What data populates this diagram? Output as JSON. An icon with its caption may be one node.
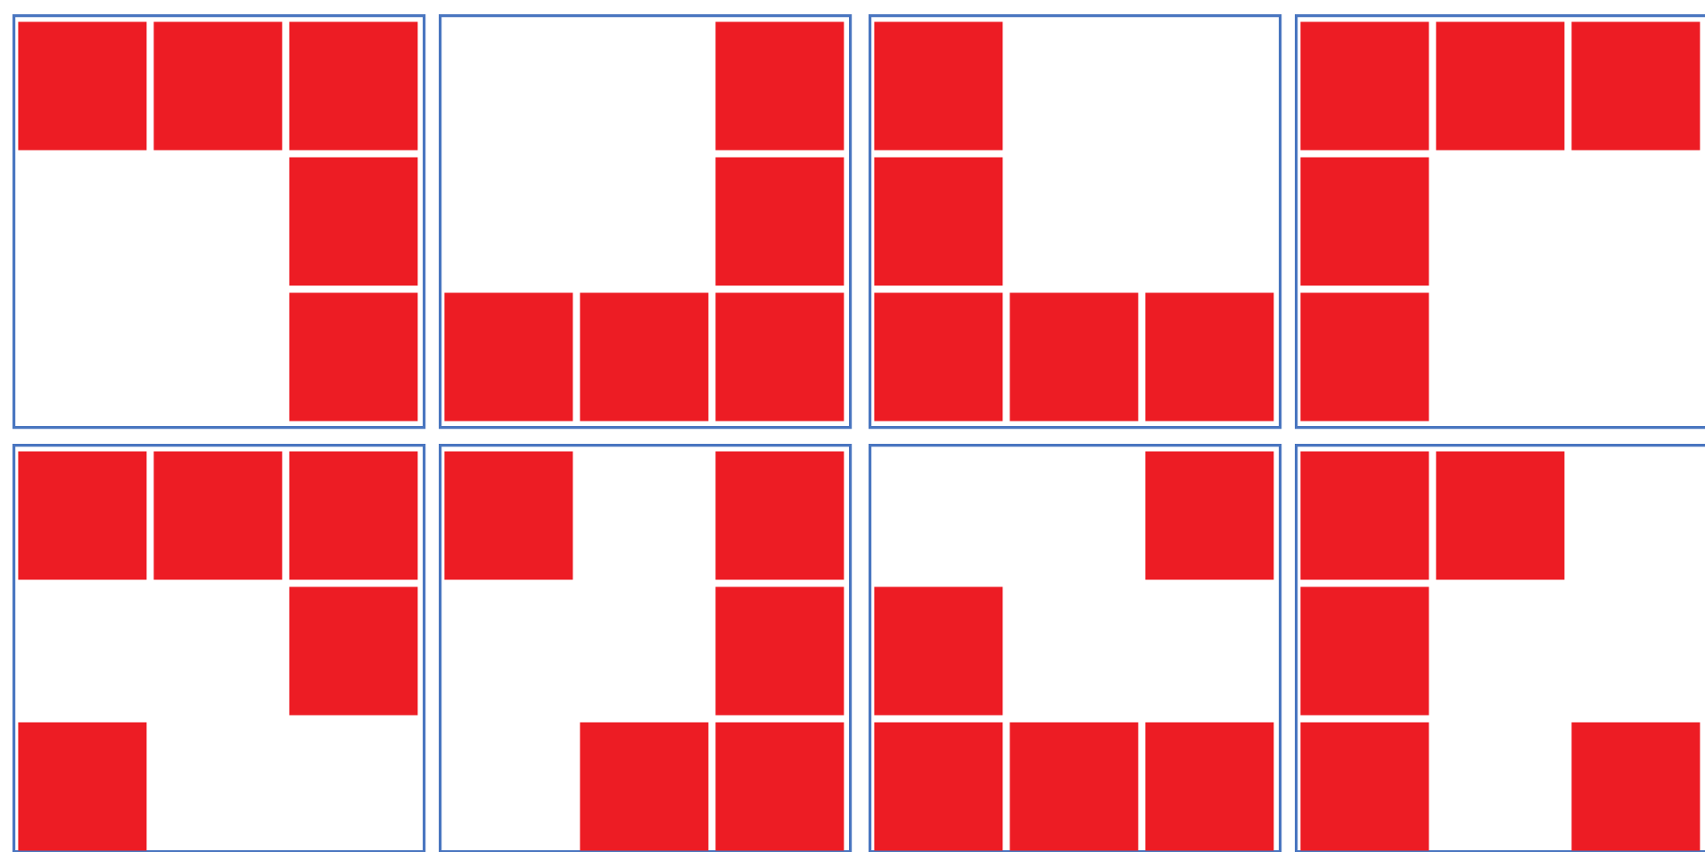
{
  "diagram": {
    "nodes": [
      {
        "text": [],
        "shape": "box"
      },
      {
        "text": [],
        "shape": "box",
        "in": 0
      },
      {
        "text": [],
        "shape": "box",
        "in": 0
      },
      {
        "text": [],
        "shape": "box",
        "in": 0
      },
      {
        "text": [],
        "shape": "box",
        "in": 0
      },
      {
        "text": [],
        "shape": "box",
        "in": 0
      },
      {
        "text": [],
        "shape": "box"
      },
      {
        "text": [],
        "shape": "box",
        "in": 6
      },
      {
        "text": [],
        "shape": "box",
        "in": 6
      },
      {
        "text": [],
        "shape": "box",
        "in": 6
      },
      {
        "text": [],
        "shape": "box",
        "in": 6
      },
      {
        "text": [],
        "shape": "box",
        "in": 6
      },
      {
        "text": [],
        "shape": "box"
      },
      {
        "text": [],
        "shape": "box",
        "in": 12
      },
      {
        "text": [],
        "shape": "box",
        "in": 12
      },
      {
        "text": [],
        "shape": "box",
        "in": 12
      },
      {
        "text": [],
        "shape": "box",
        "in": 12
      },
      {
        "text": [],
        "shape": "box",
        "in": 12
      },
      {
        "text": [],
        "shape": "box"
      },
      {
        "text": [],
        "shape": "box",
        "in": 18
      },
      {
        "text": [],
        "shape": "box",
        "in": 18
      },
      {
        "text": [],
        "shape": "box",
        "in": 18
      },
      {
        "text": [],
        "shape": "box",
        "in": 18
      },
      {
        "text": [],
        "shape": "box",
        "in": 18
      },
      {
        "text": [],
        "shape": "box"
      },
      {
        "text": [],
        "shape": "box",
        "in": 24
      },
      {
        "text": [],
        "shape": "box",
        "in": 24
      },
      {
        "text": [],
        "shape": "box",
        "in": 24
      },
      {
        "text": [],
        "shape": "box",
        "in": 24
      },
      {
        "text": [],
        "shape": "box",
        "in": 24
      },
      {
        "text": [],
        "shape": "box"
      },
      {
        "text": [],
        "shape": "box",
        "in": 30
      },
      {
        "text": [],
        "shape": "box",
        "in": 30
      },
      {
        "text": [],
        "shape": "box",
        "in": 30
      },
      {
        "text": [],
        "shape": "box",
        "in": 30
      },
      {
        "text": [],
        "shape": "box",
        "in": 30
      },
      {
        "text": [],
        "shape": "box"
      },
      {
        "text": [],
        "shape": "box",
        "in": 36
      },
      {
        "text": [],
        "shape": "box",
        "in": 36
      },
      {
        "text": [],
        "shape": "box",
        "in": 36
      },
      {
        "text": [],
        "shape": "box",
        "in": 36
      },
      {
        "text": [],
        "shape": "box",
        "in": 36
      },
      {
        "text": [],
        "shape": "box"
      },
      {
        "text": [],
        "shape": "box",
        "in": 42
      },
      {
        "text": [],
        "shape": "box",
        "in": 42
      },
      {
        "text": [],
        "shape": "box",
        "in": 42
      },
      {
        "text": [],
        "shape": "box",
        "in": 42
      },
      {
        "text": [],
        "shape": "box",
        "in": 42
      }
    ]
  }
}
